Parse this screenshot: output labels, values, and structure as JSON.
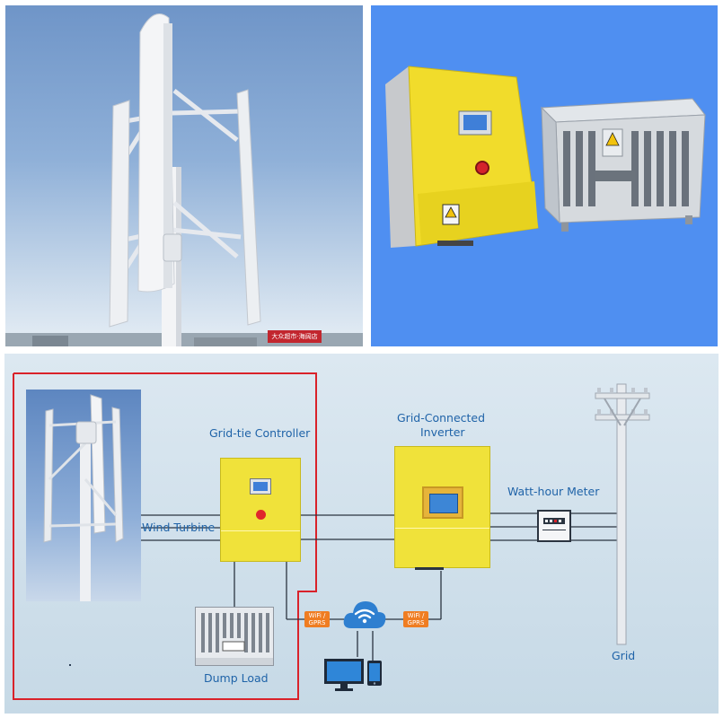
{
  "photos": {
    "billboard_text": "大众超市·海阔店"
  },
  "diagram": {
    "labels": {
      "wind_turbine": "Wind Turbine",
      "grid_tie_controller": "Grid-tie Controller",
      "inverter_line1": "Grid-Connected",
      "inverter_line2": "Inverter",
      "watt_hour_meter": "Watt-hour Meter",
      "dump_load": "Dump Load",
      "grid": "Grid"
    },
    "wifi_badges": [
      {
        "line1": "WiFi /",
        "line2": "GPRS"
      },
      {
        "line1": "WiFi /",
        "line2": "GPRS"
      }
    ],
    "icons": [
      "wind-turbine-icon",
      "cloud-wifi-icon",
      "desktop-monitor-icon",
      "smartphone-icon",
      "utility-pole-icon",
      "watt-hour-meter-icon"
    ],
    "colors": {
      "device_yellow": "#f0e23a",
      "badge_orange": "#ef7d22",
      "boundary_red": "#d9222a",
      "label_blue": "#1f63a8",
      "cloud_blue": "#2e7fd0",
      "products_background": "#4f8ff1"
    }
  }
}
